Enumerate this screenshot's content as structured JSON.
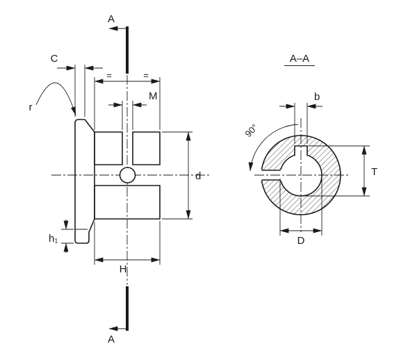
{
  "drawing": {
    "section_marker": "A",
    "section_title": "A–A",
    "dims": {
      "C": "C",
      "r": "r",
      "M": "M",
      "d": "d",
      "H": "H",
      "h1": "h₁",
      "eq_left": "=",
      "eq_right": "=",
      "b": "b",
      "angle": "90°",
      "T": "T",
      "D": "D"
    },
    "line_color": "#1a1a1a",
    "background": "#ffffff"
  }
}
